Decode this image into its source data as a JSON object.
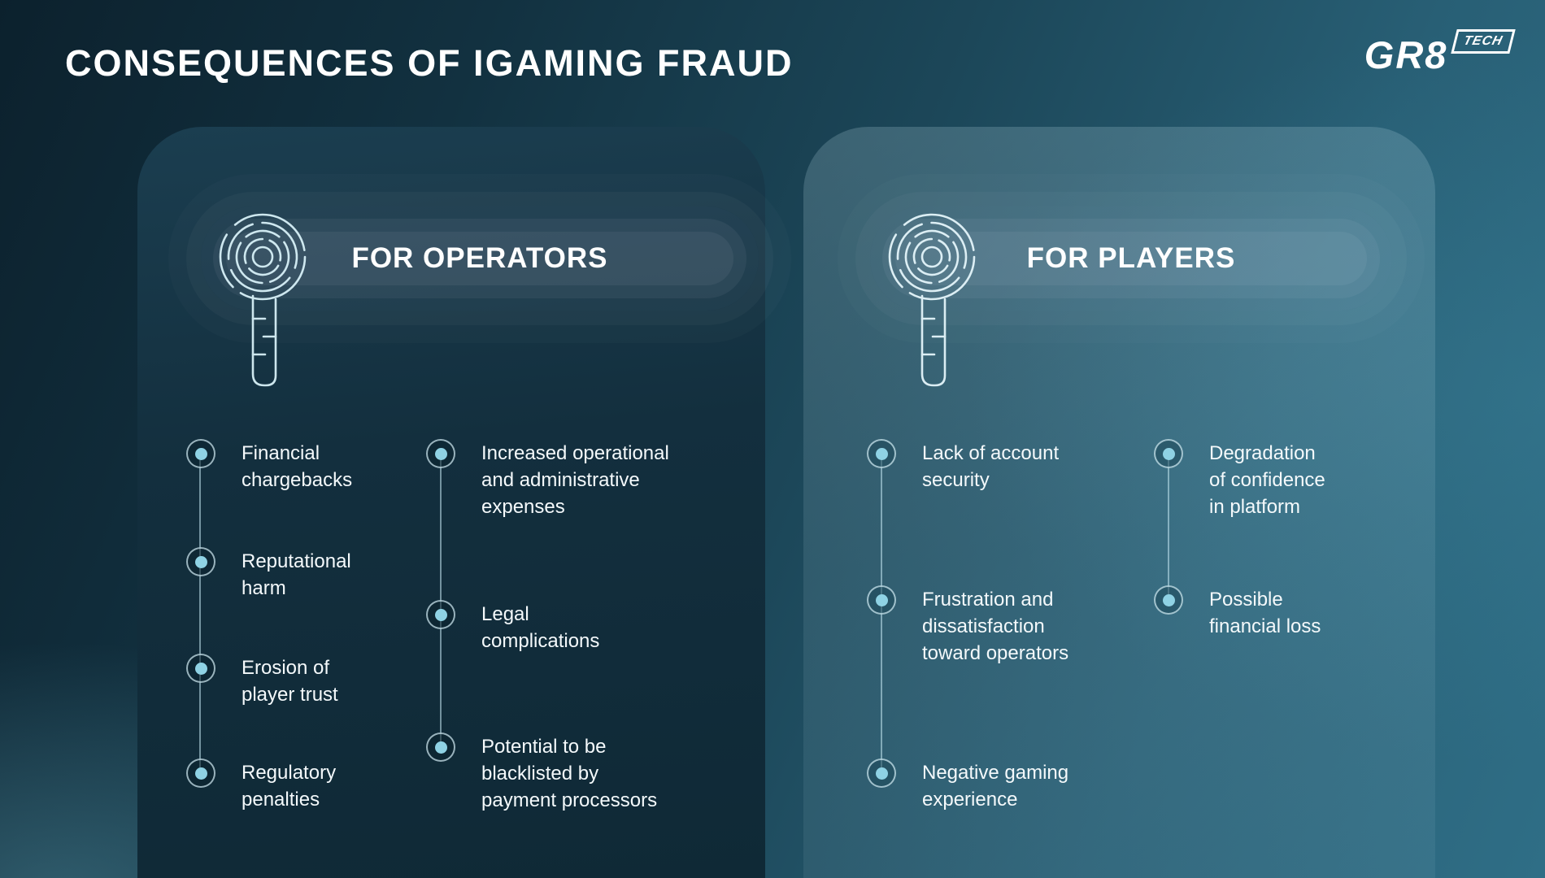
{
  "page": {
    "title": "CONSEQUENCES OF IGAMING FRAUD"
  },
  "logo": {
    "main": "GR8",
    "badge": "TECH"
  },
  "theme": {
    "background_dark": "#0c212d",
    "background_teal": "#2f6e86",
    "card_operators": "#132f3e",
    "card_players_overlay": "rgba(200,232,242,0.14)",
    "accent_dot": "#8fd2e4",
    "text": "#f4f9fb"
  },
  "icons": {
    "fingerprint_key": "fingerprint-key-icon"
  },
  "cards": [
    {
      "id": "operators",
      "title": "FOR OPERATORS",
      "columns": [
        {
          "items": [
            "Financial\nchargebacks",
            "Reputational\nharm",
            "Erosion of\nplayer trust",
            "Regulatory\npenalties"
          ]
        },
        {
          "items": [
            "Increased operational\nand administrative\nexpenses",
            "Legal\ncomplications",
            "Potential to be\nblacklisted by\npayment processors"
          ]
        }
      ]
    },
    {
      "id": "players",
      "title": "FOR PLAYERS",
      "columns": [
        {
          "items": [
            "Lack of account\nsecurity",
            "Frustration and\ndissatisfaction\ntoward operators",
            "Negative gaming\nexperience"
          ]
        },
        {
          "items": [
            "Degradation\nof confidence\nin platform",
            "Possible\nfinancial loss"
          ]
        }
      ]
    }
  ]
}
